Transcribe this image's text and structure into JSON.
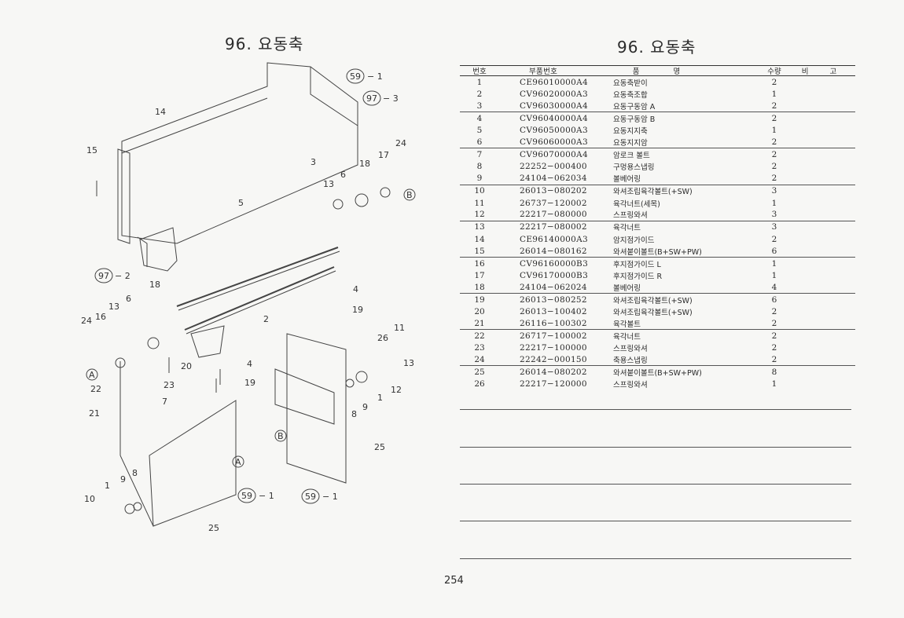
{
  "titles": {
    "left": "96. 요동축",
    "right": "96. 요동축"
  },
  "page_number": "254",
  "table": {
    "headers": {
      "no": "번호",
      "part": "부품번호",
      "name": "품 명",
      "qty": "수량",
      "note": "비 고"
    },
    "rows": [
      {
        "no": "1",
        "part": "CE96010000A4",
        "name": "요동축받이",
        "qty": "2",
        "note": ""
      },
      {
        "no": "2",
        "part": "CV96020000A3",
        "name": "요동축조합",
        "qty": "1",
        "note": ""
      },
      {
        "no": "3",
        "part": "CV96030000A4",
        "name": "요동구동암 A",
        "qty": "2",
        "note": ""
      },
      {
        "no": "4",
        "part": "CV96040000A4",
        "name": "요동구동암 B",
        "qty": "2",
        "note": ""
      },
      {
        "no": "5",
        "part": "CV96050000A3",
        "name": "요동지지축",
        "qty": "1",
        "note": ""
      },
      {
        "no": "6",
        "part": "CV96060000A3",
        "name": "요동지지암",
        "qty": "2",
        "note": ""
      },
      {
        "no": "7",
        "part": "CV96070000A4",
        "name": "암로크 볼트",
        "qty": "2",
        "note": ""
      },
      {
        "no": "8",
        "part": "22252−000400",
        "name": "구멍용스냅링",
        "qty": "2",
        "note": ""
      },
      {
        "no": "9",
        "part": "24104−062034",
        "name": "볼베어링",
        "qty": "2",
        "note": ""
      },
      {
        "no": "10",
        "part": "26013−080202",
        "name": "와셔조립육각볼트(+SW)",
        "qty": "3",
        "note": ""
      },
      {
        "no": "11",
        "part": "26737−120002",
        "name": "육각너트(세목)",
        "qty": "1",
        "note": ""
      },
      {
        "no": "12",
        "part": "22217−080000",
        "name": "스프링와셔",
        "qty": "3",
        "note": ""
      },
      {
        "no": "13",
        "part": "22217−080002",
        "name": "육각너트",
        "qty": "3",
        "note": ""
      },
      {
        "no": "14",
        "part": "CE96140000A3",
        "name": "암지점가이드",
        "qty": "2",
        "note": ""
      },
      {
        "no": "15",
        "part": "26014−080162",
        "name": "와셔붙이볼트(B+SW+PW)",
        "qty": "6",
        "note": ""
      },
      {
        "no": "16",
        "part": "CV96160000B3",
        "name": "후지점가이드 L",
        "qty": "1",
        "note": ""
      },
      {
        "no": "17",
        "part": "CV96170000B3",
        "name": "후지점가이드 R",
        "qty": "1",
        "note": ""
      },
      {
        "no": "18",
        "part": "24104−062024",
        "name": "볼베어링",
        "qty": "4",
        "note": ""
      },
      {
        "no": "19",
        "part": "26013−080252",
        "name": "와셔조립육각볼트(+SW)",
        "qty": "6",
        "note": ""
      },
      {
        "no": "20",
        "part": "26013−100402",
        "name": "와셔조립육각볼트(+SW)",
        "qty": "2",
        "note": ""
      },
      {
        "no": "21",
        "part": "26116−100302",
        "name": "육각볼트",
        "qty": "2",
        "note": ""
      },
      {
        "no": "22",
        "part": "26717−100002",
        "name": "육각너트",
        "qty": "2",
        "note": ""
      },
      {
        "no": "23",
        "part": "22217−100000",
        "name": "스프링와셔",
        "qty": "2",
        "note": ""
      },
      {
        "no": "24",
        "part": "22242−000150",
        "name": "축용스냅링",
        "qty": "2",
        "note": ""
      },
      {
        "no": "25",
        "part": "26014−080202",
        "name": "와셔붙이볼트(B+SW+PW)",
        "qty": "8",
        "note": ""
      },
      {
        "no": "26",
        "part": "22217−120000",
        "name": "스프링와셔",
        "qty": "1",
        "note": ""
      }
    ]
  },
  "diagram": {
    "callouts": {
      "c59": "59",
      "c97": "97",
      "dash1": "− 1",
      "dash2": "− 2",
      "dash3": "− 3",
      "A": "A",
      "B": "B"
    },
    "labels": [
      "14",
      "15",
      "5",
      "3",
      "13",
      "6",
      "18",
      "17",
      "24",
      "4",
      "19",
      "2",
      "11",
      "26",
      "12",
      "13",
      "9",
      "8",
      "1",
      "25",
      "16",
      "24",
      "13",
      "6",
      "18",
      "20",
      "4",
      "19",
      "22",
      "23",
      "7",
      "21",
      "10",
      "1",
      "9",
      "8",
      "25"
    ]
  }
}
